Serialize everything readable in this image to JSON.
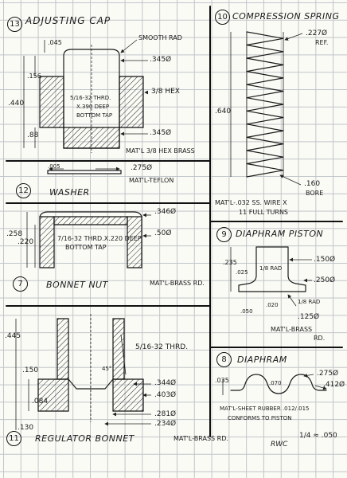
{
  "parts": {
    "cap": {
      "number": "13",
      "title": "ADJUSTING CAP",
      "smooth_rad": "SMOOTH RAD",
      "dim_045": ".045",
      "dim_345_top": ".345Ø",
      "dim_156": ".156",
      "dim_440": ".440",
      "dim_88": ".88",
      "hex": "3/8 HEX",
      "thread_line1": "5/16-32 THRD.",
      "thread_line2": "X.390 DEEP",
      "thread_line3": "BOTTOM TAP",
      "dim_345_bottom": ".345Ø",
      "material": "MAT'L 3/8 HEX BRASS"
    },
    "spring": {
      "number": "10",
      "title": "COMPRESSION SPRING",
      "dim_227": ".227Ø",
      "ref": "REF.",
      "dim_640": ".640",
      "dim_160": ".160",
      "bore": "BORE",
      "material_line1": "MAT'L-.032 SS. WIRE X",
      "material_line2": "11 FULL TURNS"
    },
    "washer": {
      "number": "12",
      "title": "WASHER",
      "dim_005": ".005",
      "dim_275": ".275Ø",
      "material": "MAT'L-TEFLON"
    },
    "bonnet_nut": {
      "number": "7",
      "title": "BONNET NUT",
      "dim_346": ".346Ø",
      "dim_258": ".258",
      "dim_220": ".220",
      "thread_line1": "7/16-32 THRD.X.220 DEEP",
      "thread_line2": "BOTTOM TAP",
      "dim_50": ".50Ø",
      "material": "MAT'L-BRASS RD."
    },
    "piston": {
      "number": "9",
      "title": "DIAPHRAM PISTON",
      "dim_235": ".235",
      "dim_025": ".025",
      "rad_top": "1/8 RAD",
      "dim_150": ".150Ø",
      "dim_250": ".250Ø",
      "dim_050": ".050",
      "dim_020": ".020",
      "rad_bottom": "1/8 RAD",
      "dim_125": ".125Ø",
      "material_line1": "MAT'L-BRASS",
      "material_line2": "RD."
    },
    "diaphram": {
      "number": "8",
      "title": "DIAPHRAM",
      "dim_035": ".035",
      "dim_070": ".070",
      "dim_275": ".275Ø",
      "dim_412": ".412Ø",
      "material_line1": "MAT'L-SHEET RUBBER .012/.015",
      "material_line2": "CONFORMS TO PISTON"
    },
    "regulator_bonnet": {
      "number": "11",
      "title": "REGULATOR BONNET",
      "dim_445": ".445",
      "dim_150": ".150",
      "dim_084": ".084",
      "dim_130": ".130",
      "thread": "5/16-32 THRD.",
      "angle": "45°",
      "dim_344": ".344Ø",
      "dim_403": ".403Ø",
      "dim_281": ".281Ø",
      "dim_234": ".234Ø",
      "material": "MAT'L-BRASS RD."
    }
  },
  "footer": {
    "scale": "1/4 ≈ .050",
    "initials": "RWC"
  }
}
